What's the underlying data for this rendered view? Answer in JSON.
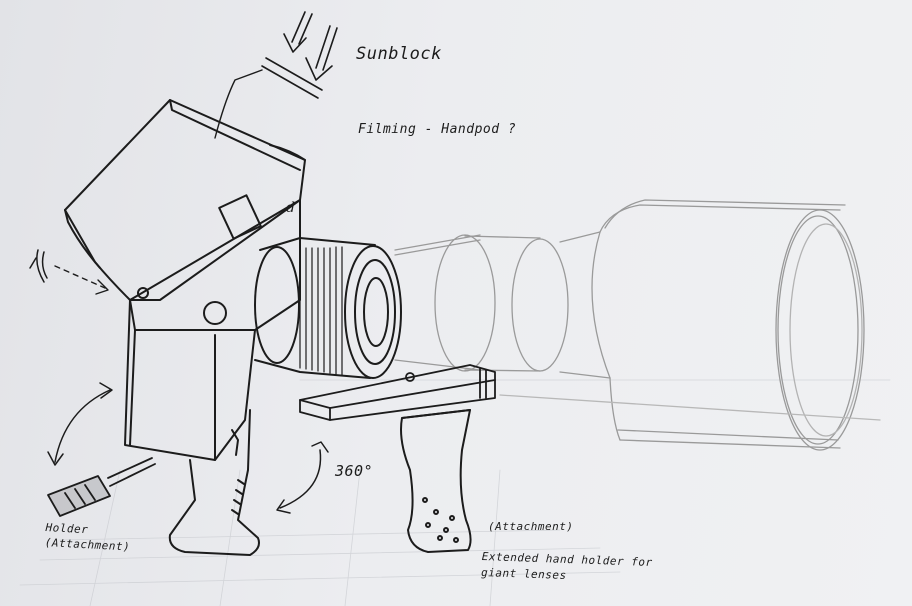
{
  "labels": {
    "sunblock": "Sunblock",
    "filming": "Filming - Handpod ?",
    "rotation": "360°",
    "holder_line1": "Holder",
    "holder_line2": "(Attachment)",
    "attachment": "(Attachment)",
    "extended_line1": "Extended hand holder for",
    "extended_line2": "giant lenses",
    "body_mark": "d"
  },
  "colors": {
    "ink": "#1c1c1c",
    "pencil": "#9a9a9a",
    "paper": "#ecedf0"
  }
}
